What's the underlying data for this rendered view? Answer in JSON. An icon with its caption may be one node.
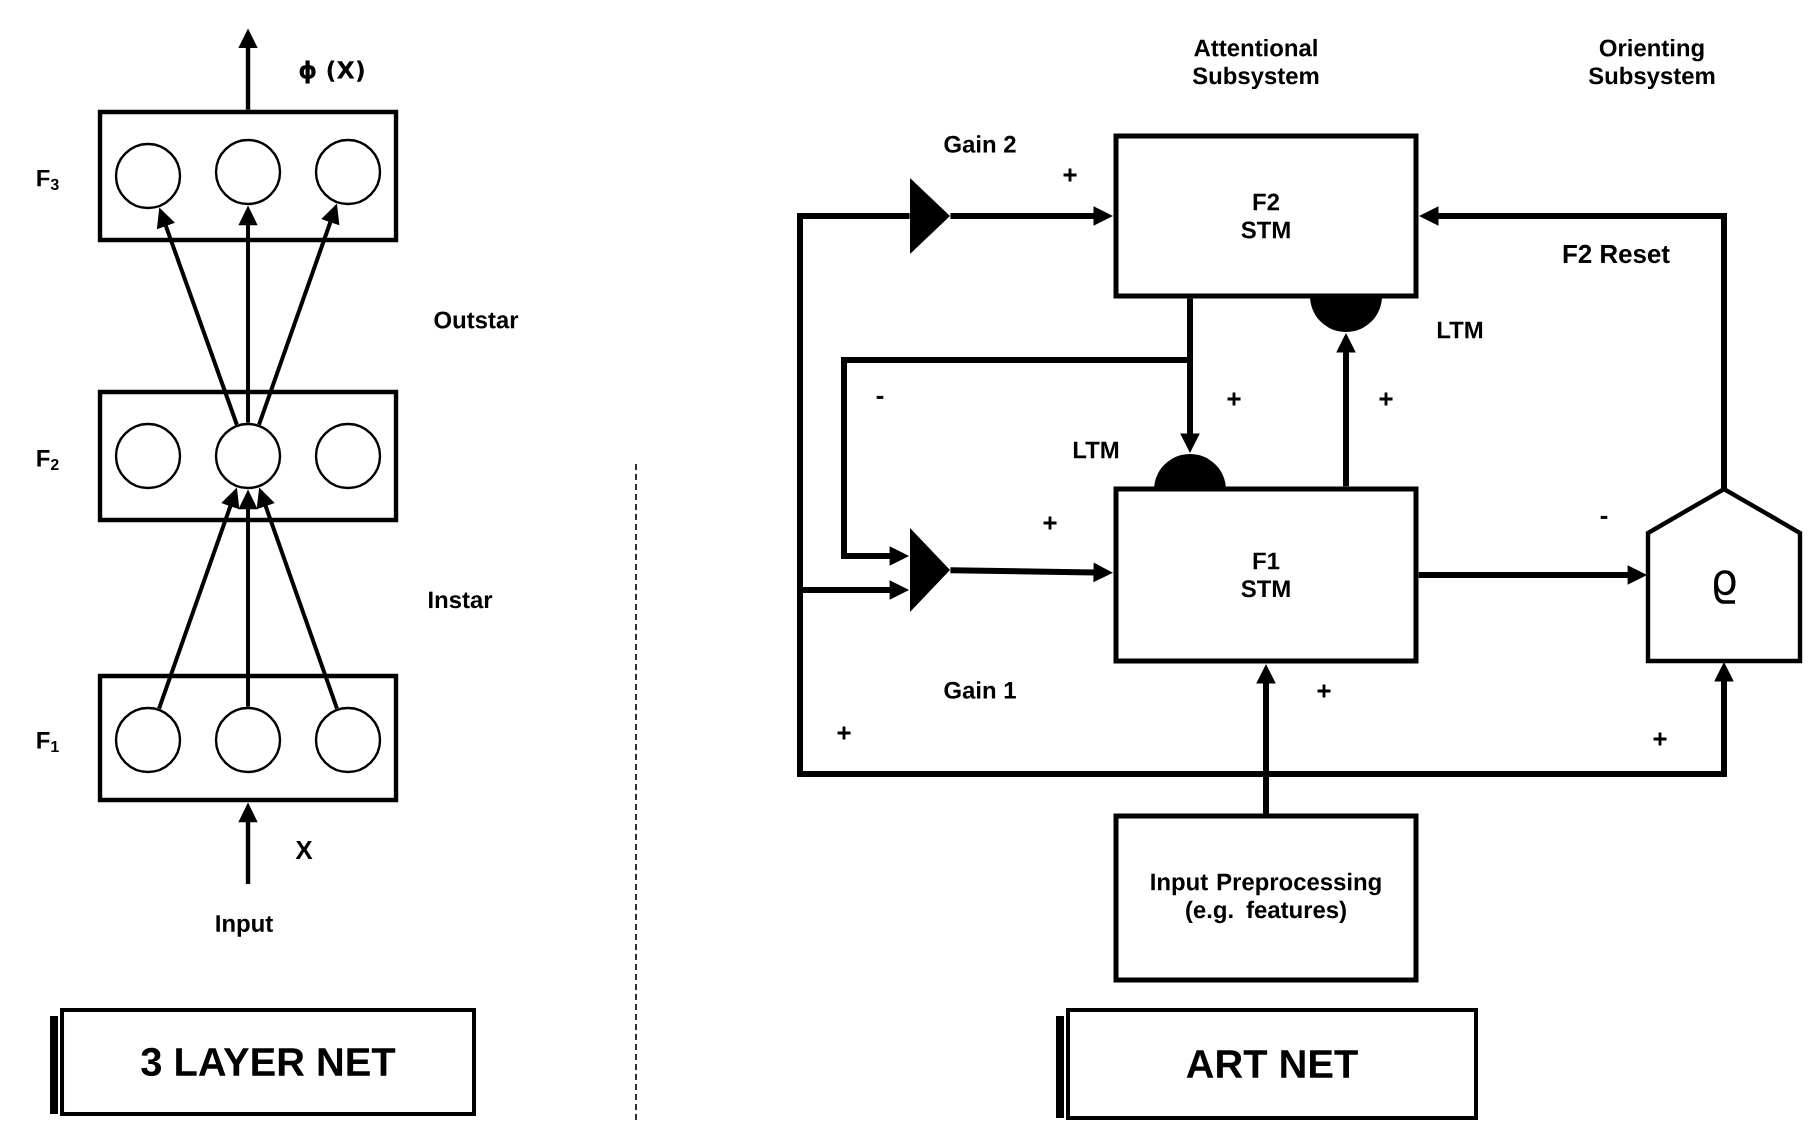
{
  "diagram": {
    "nodes": [
      {
        "text": [
          "F$_{3}$"
        ]
      },
      {
        "text": [],
        "shape": "circle",
        "in": 0
      },
      {
        "text": [],
        "shape": "circle",
        "in": 0
      },
      {
        "text": [],
        "shape": "circle",
        "in": 0
      },
      {
        "text": [
          "F$_{2}$"
        ]
      },
      {
        "text": [],
        "shape": "circle",
        "in": 4
      },
      {
        "text": [],
        "shape": "circle",
        "in": 4
      },
      {
        "text": [],
        "shape": "circle",
        "in": 4
      },
      {
        "text": [
          "F$_{1}$"
        ]
      },
      {
        "text": [],
        "shape": "circle",
        "in": 8
      },
      {
        "text": [],
        "shape": "circle",
        "in": 8
      },
      {
        "text": [],
        "shape": "circle",
        "in": 8
      },
      {
        "text": [
          "3 LAYER NET"
        ]
      },
      {
        "text": [
          "F2 STM"
        ]
      },
      {
        "text": [
          "F1 STM"
        ]
      },
      {
        "text": [
          "ϱ"
        ]
      },
      {
        "text": [
          "Input Preprocessing (e.g. features)"
        ]
      },
      {
        "text": [
          "Gain 2"
        ]
      },
      {
        "text": [
          "Gain 1"
        ]
      },
      {
        "text": [
          "LTM"
        ]
      },
      {
        "text": [
          "LTM"
        ]
      },
      {
        "text": [
          "ART NET"
        ]
      }
    ],
    "edges": [
      {
        "from": 9,
        "to": 6,
        "arrow": "to"
      },
      {
        "from": 10,
        "to": 6,
        "arrow": "to"
      },
      {
        "from": 11,
        "to": 6,
        "arrow": "to"
      },
      {
        "from": 6,
        "to": 1,
        "arrow": "to"
      },
      {
        "from": 6,
        "to": 2,
        "arrow": "to"
      },
      {
        "from": 6,
        "to": 3,
        "arrow": "to"
      },
      {
        "from": 0,
        "to": null,
        "arrow": "to",
        "label": "ϕ (X)"
      },
      {
        "from": null,
        "to": 8,
        "arrow": "to",
        "label": "X"
      },
      {
        "from": 16,
        "to": 14,
        "arrow": "to",
        "label": "+"
      },
      {
        "from": 16,
        "to": 17,
        "arrow": "none"
      },
      {
        "from": 16,
        "to": 18,
        "arrow": "to",
        "label": "+"
      },
      {
        "from": 16,
        "to": 15,
        "arrow": "to",
        "label": "+"
      },
      {
        "from": 17,
        "to": 13,
        "arrow": "to",
        "label": "+"
      },
      {
        "from": 18,
        "to": 14,
        "arrow": "to",
        "label": "+"
      },
      {
        "from": 13,
        "to": 20,
        "arrow": "to",
        "label": "+"
      },
      {
        "from": 13,
        "to": 18,
        "arrow": "to",
        "label": "-"
      },
      {
        "from": 14,
        "to": 19,
        "arrow": "to",
        "label": "+"
      },
      {
        "from": 14,
        "to": 15,
        "arrow": "to",
        "label": "-"
      },
      {
        "from": 15,
        "to": 13,
        "arrow": "to",
        "label": "F2 Reset"
      }
    ],
    "labels": [
      "Outstar",
      "Instar",
      "Input",
      "Attentional Subsystem",
      "Orienting Subsystem"
    ]
  }
}
